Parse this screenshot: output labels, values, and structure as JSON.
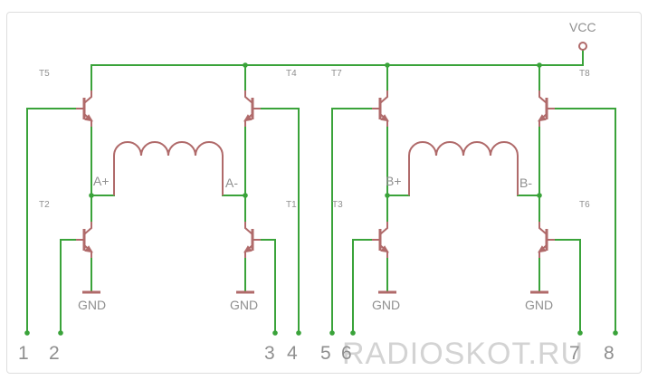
{
  "diagram": {
    "supply_label": "VCC",
    "transistors": {
      "t5": "T5",
      "t4": "T4",
      "t7": "T7",
      "t8": "T8",
      "t2": "T2",
      "t1": "T1",
      "t3": "T3",
      "t6": "T6"
    },
    "nodes": {
      "a_plus": "A+",
      "a_minus": "A-",
      "b_plus": "B+",
      "b_minus": "B-"
    },
    "ground_labels": {
      "gnd1": "GND",
      "gnd2": "GND",
      "gnd3": "GND",
      "gnd4": "GND"
    },
    "pins": [
      "1",
      "2",
      "3",
      "4",
      "5",
      "6",
      "7",
      "8"
    ],
    "watermark": "RADIOSKOT.RU"
  },
  "colors": {
    "wire": "#3aa33a",
    "component": "#b06a6a",
    "label": "#8f8f8f",
    "watermark": "#d3d3d3"
  }
}
